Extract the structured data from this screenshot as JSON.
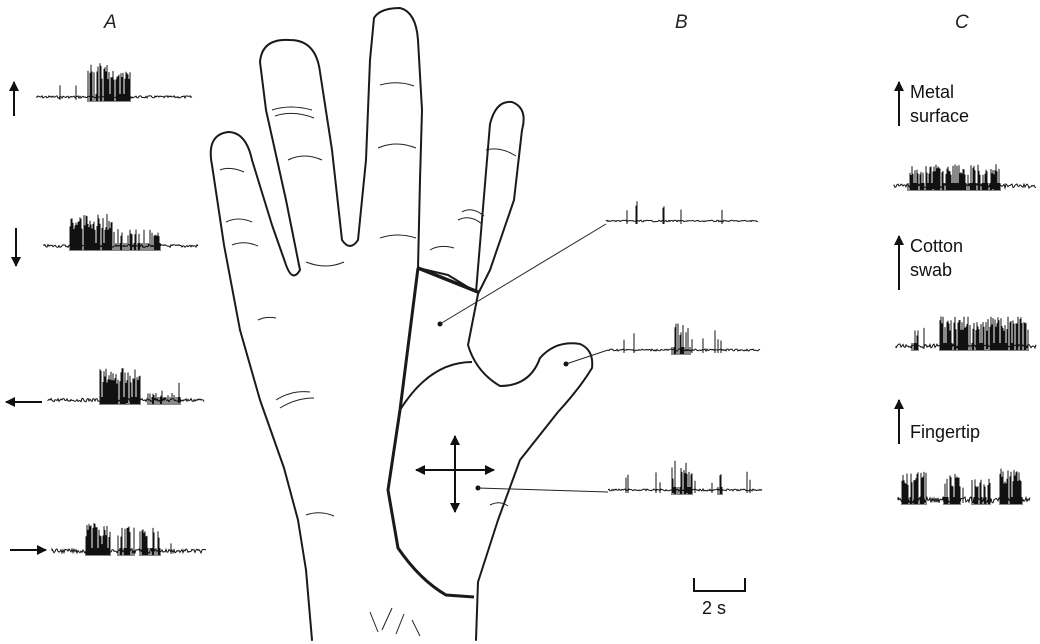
{
  "panels": {
    "a": "A",
    "b": "B",
    "c": "C"
  },
  "conditions": {
    "metal": [
      "Metal",
      "surface"
    ],
    "cotton": [
      "Cotton",
      "swab"
    ],
    "fingertip": "Fingertip"
  },
  "scale_bar": {
    "label": "2 s",
    "seconds": 2
  },
  "panel_a_directions": [
    "up",
    "down",
    "left",
    "right"
  ],
  "panel_b_sites": [
    "index-finger-base",
    "thumb-tip",
    "thenar-eminence"
  ],
  "colors": {
    "ink": "#111111",
    "background": "#ffffff"
  }
}
